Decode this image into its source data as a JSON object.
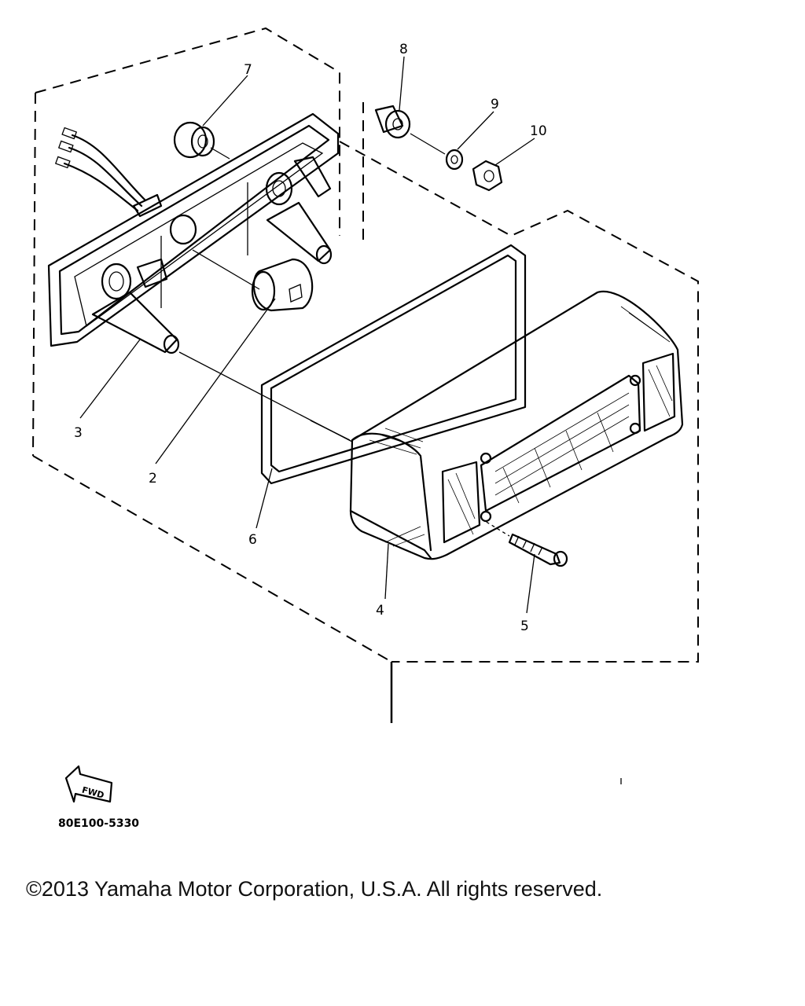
{
  "callouts": [
    {
      "id": "1",
      "label": "7"
    },
    {
      "id": "2",
      "label": "8"
    },
    {
      "id": "3",
      "label": "9"
    },
    {
      "id": "4",
      "label": "10"
    },
    {
      "id": "5",
      "label": "3"
    },
    {
      "id": "6",
      "label": "2"
    },
    {
      "id": "7",
      "label": "6"
    },
    {
      "id": "8",
      "label": "4"
    },
    {
      "id": "9",
      "label": "5"
    }
  ],
  "fwd_label": "FWD",
  "diagram_code": "80E100-5330",
  "copyright": "©2013 Yamaha Motor Corporation, U.S.A. All rights reserved."
}
